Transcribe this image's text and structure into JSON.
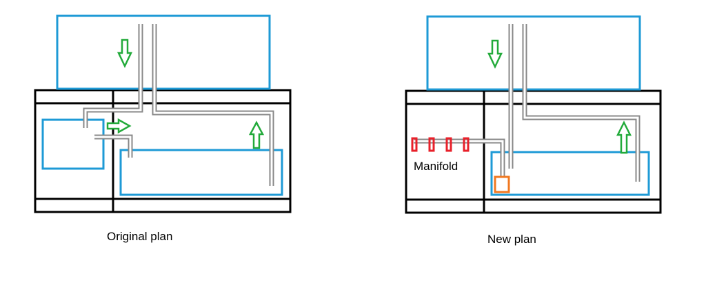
{
  "captions": {
    "original": "Original plan",
    "new": "New plan"
  },
  "labels": {
    "manifold": "Manifold"
  },
  "colors": {
    "tank": "#1e9ad6",
    "cabinet": "#000000",
    "pipe": "#888888",
    "flow_arrow": "#22aa3a",
    "manifold_valve": "#e8202a",
    "pump": "#f07820"
  }
}
